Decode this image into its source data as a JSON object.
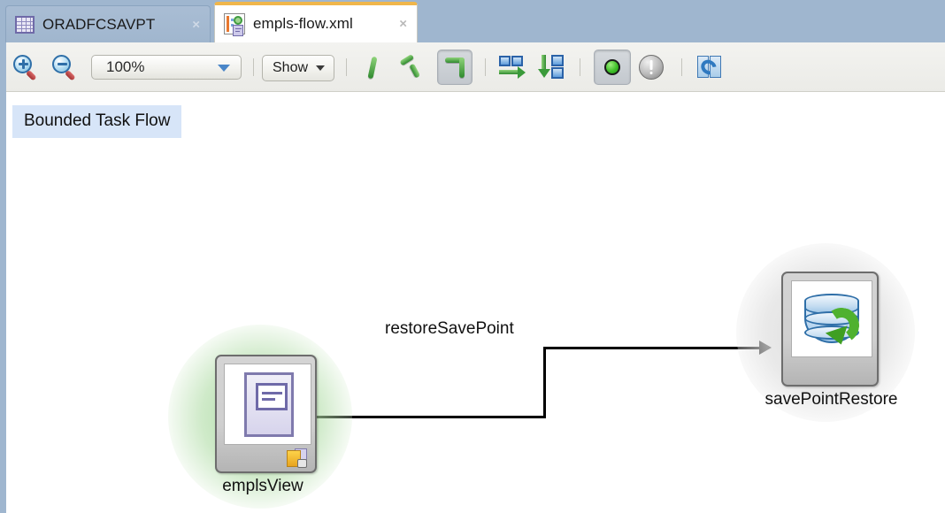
{
  "window": {
    "tabs": [
      {
        "label": "ORADFCSAVPT",
        "icon": "grid-icon",
        "active": false,
        "close": "×"
      },
      {
        "label": "empls-flow.xml",
        "icon": "flow-xml-icon",
        "active": true,
        "close": "×"
      }
    ]
  },
  "toolbar": {
    "zoom_in_icon": "zoom-in-icon",
    "zoom_out_icon": "zoom-out-icon",
    "zoom_value": "100%",
    "zoom_caret": "chevron-down-icon",
    "show_label": "Show",
    "show_caret": "chevron-down-icon",
    "route_straight_icon": "route-straight-icon",
    "route_polyline_icon": "route-polyline-icon",
    "route_orthogonal_icon": "route-orthogonal-icon",
    "align_horizontal_icon": "align-horizontal-icon",
    "align_vertical_icon": "align-vertical-icon",
    "status_dot_icon": "green-dot-icon",
    "warning_icon": "warning-icon",
    "refresh_icon": "refresh-icon"
  },
  "canvas": {
    "region_label": "Bounded Task Flow",
    "nodes": [
      {
        "id": "emplsView",
        "label": "emplsView",
        "icon": "view-page-icon",
        "badge_icon": "folder-lock-icon",
        "glow_color": "#8ccd82"
      },
      {
        "id": "savePointRestore",
        "label": "savePointRestore",
        "icon": "database-restore-icon",
        "glow_color": "#d6d6d6"
      }
    ],
    "edges": [
      {
        "label": "restoreSavePoint",
        "from": "emplsView",
        "to": "savePointRestore",
        "style": "orthogonal",
        "color": "#000000"
      }
    ]
  },
  "colors": {
    "tabbar_background": "#9fb6cf",
    "active_tab_accent": "#f0b64b",
    "toolbar_background": "#efefeb",
    "region_label_background": "#d7e5f8",
    "canvas_background": "#ffffff"
  }
}
